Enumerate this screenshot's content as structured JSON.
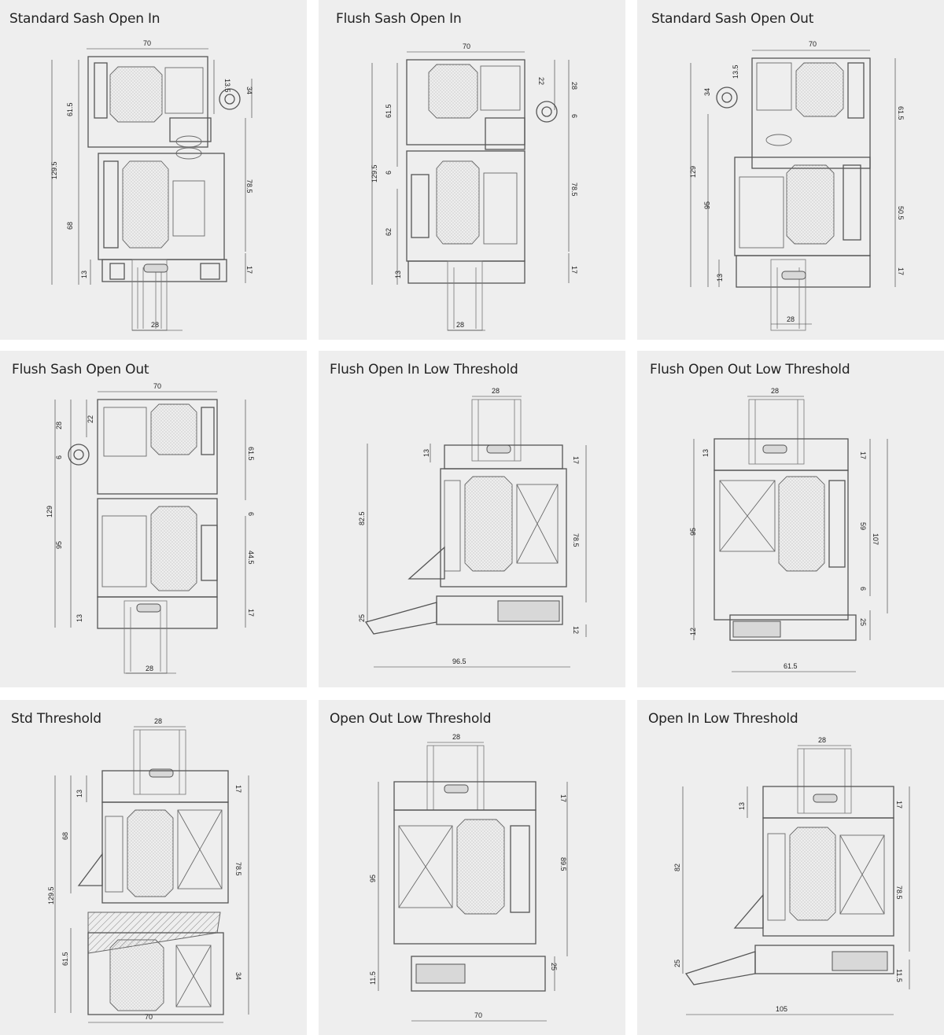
{
  "panels": [
    {
      "title": "Standard Sash Open In",
      "dims": {
        "top": "70",
        "a": "13.5",
        "b": "34",
        "c": "61.5",
        "d": "129.5",
        "e": "68",
        "f": "13",
        "g": "78.5",
        "h": "17",
        "bottom": "28"
      }
    },
    {
      "title": "Flush Sash Open In",
      "dims": {
        "top": "70",
        "a": "22",
        "b": "28",
        "c": "61.5",
        "d": "6",
        "e": "129.5",
        "f": "62",
        "g": "13",
        "h": "78.5",
        "i": "6",
        "j": "17",
        "bottom": "28"
      }
    },
    {
      "title": "Standard Sash Open Out",
      "dims": {
        "top": "70",
        "a": "13.5",
        "b": "34",
        "c": "61.5",
        "d": "129",
        "e": "95",
        "f": "13",
        "g": "50.5",
        "h": "17",
        "bottom": "28"
      }
    },
    {
      "title": "Flush Sash Open Out",
      "dims": {
        "top": "70",
        "a": "28",
        "b": "22",
        "c": "6",
        "d": "129",
        "e": "95",
        "f": "13",
        "g": "61.5",
        "h": "6",
        "i": "44.5",
        "j": "17",
        "bottom": "28"
      }
    },
    {
      "title": "Flush Open In Low Threshold",
      "dims": {
        "top": "28",
        "a": "13",
        "b": "17",
        "c": "82.5",
        "d": "78.5",
        "e": "25",
        "f": "12",
        "bottom": "96.5"
      }
    },
    {
      "title": "Flush Open Out Low Threshold",
      "dims": {
        "top": "28",
        "a": "13",
        "b": "17",
        "c": "95",
        "d": "59",
        "e": "107",
        "f": "6",
        "g": "12",
        "h": "25",
        "bottom": "61.5"
      }
    },
    {
      "title": "Std Threshold",
      "dims": {
        "top": "28",
        "a": "13",
        "b": "17",
        "c": "68",
        "d": "129.5",
        "e": "78.5",
        "f": "61.5",
        "g": "34",
        "bottom": "70"
      }
    },
    {
      "title": "Open Out Low Threshold",
      "dims": {
        "top": "28",
        "a": "17",
        "b": "95",
        "c": "89.5",
        "d": "25",
        "e": "11.5",
        "bottom": "70"
      }
    },
    {
      "title": "Open In Low Threshold",
      "dims": {
        "top": "28",
        "a": "13",
        "b": "17",
        "c": "82",
        "d": "78.5",
        "e": "25",
        "f": "11.5",
        "bottom": "105"
      }
    }
  ]
}
